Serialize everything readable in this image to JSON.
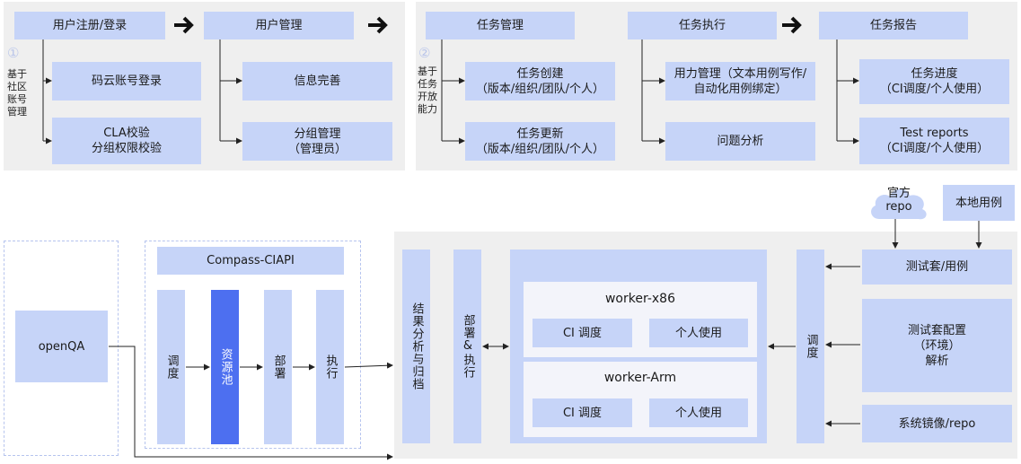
{
  "top_left": {
    "step_number": "①",
    "side_label": "基于\n社区\n账号\n管理",
    "register_login": "用户注册/登录",
    "user_management": "用户管理",
    "gitee_login": "码云账号登录",
    "cla_check": "CLA校验\n分组权限校验",
    "info_complete": "信息完善",
    "group_management": "分组管理\n（管理员）"
  },
  "top_right": {
    "step_number": "②",
    "side_label": "基于\n任务\n开放\n能力",
    "task_management": "任务管理",
    "task_execution": "任务执行",
    "task_report": "任务报告",
    "task_create": "任务创建\n（版本/组织/团队/个人）",
    "task_update": "任务更新\n（版本/组织/团队/个人）",
    "case_management": "用力管理（文本用例写作/\n自动化用例绑定）",
    "issue_analysis": "问题分析",
    "task_progress": "任务进度\n（CI调度/个人使用）",
    "test_reports": "Test reports\n（CI调度/个人使用）"
  },
  "bottom": {
    "openqa": "openQA",
    "compass_ciapi": "Compass-CIAPI",
    "schedule_left": "调度",
    "resource_pool": "资源池",
    "deploy_left": "部署",
    "execute_left": "执行",
    "result_analysis": "结果分析与归档",
    "deploy_execute": "部署&执行",
    "worker_x86": "worker-x86",
    "worker_arm": "worker-Arm",
    "ci_schedule_1": "CI 调度",
    "personal_use_1": "个人使用",
    "ci_schedule_2": "CI 调度",
    "personal_use_2": "个人使用",
    "schedule_right": "调度",
    "official_repo": "官方\nrepo",
    "local_cases": "本地用例",
    "test_suite": "测试套/用例",
    "suite_config": "测试套配置\n（环境）\n解析",
    "system_image": "系统镜像/repo"
  },
  "colors": {
    "box": "#c6d4f8",
    "box_dark": "#4d6ff0",
    "panel": "#efefef",
    "dashed": "#b6c4ee",
    "line": "#222222"
  }
}
